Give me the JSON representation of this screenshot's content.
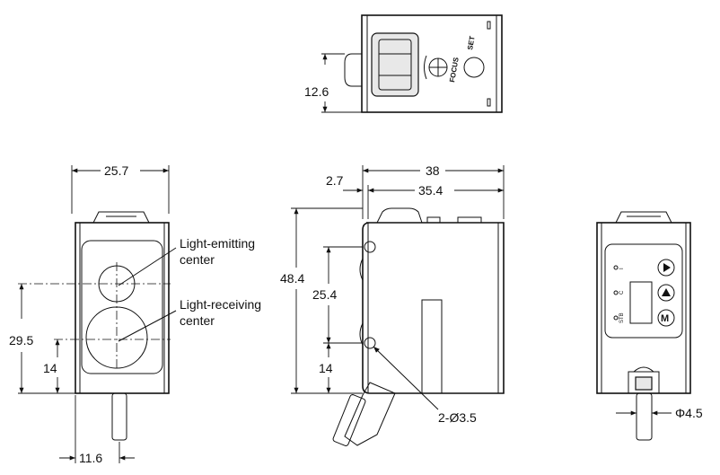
{
  "dimensions": {
    "top_height": "12.6",
    "front_width": "25.7",
    "front_total_height": "29.5",
    "front_lower_height": "14",
    "cable_offset": "11.6",
    "side_width": "38",
    "side_inner_width": "35.4",
    "side_top_offset": "2.7",
    "side_height": "48.4",
    "side_hole_spacing": "25.4",
    "side_hole_bottom": "14",
    "mount_holes": "2-Ø3.5",
    "cable_diameter": "Φ4.5"
  },
  "labels": {
    "emitting_line1": "Light-emitting",
    "emitting_line2": "center",
    "receiving_line1": "Light-receiving",
    "receiving_line2": "center",
    "focus": "FOCUS",
    "set": "SET"
  },
  "panel": {
    "indicators": [
      "I",
      "C",
      "STB"
    ],
    "button_m": "M"
  }
}
